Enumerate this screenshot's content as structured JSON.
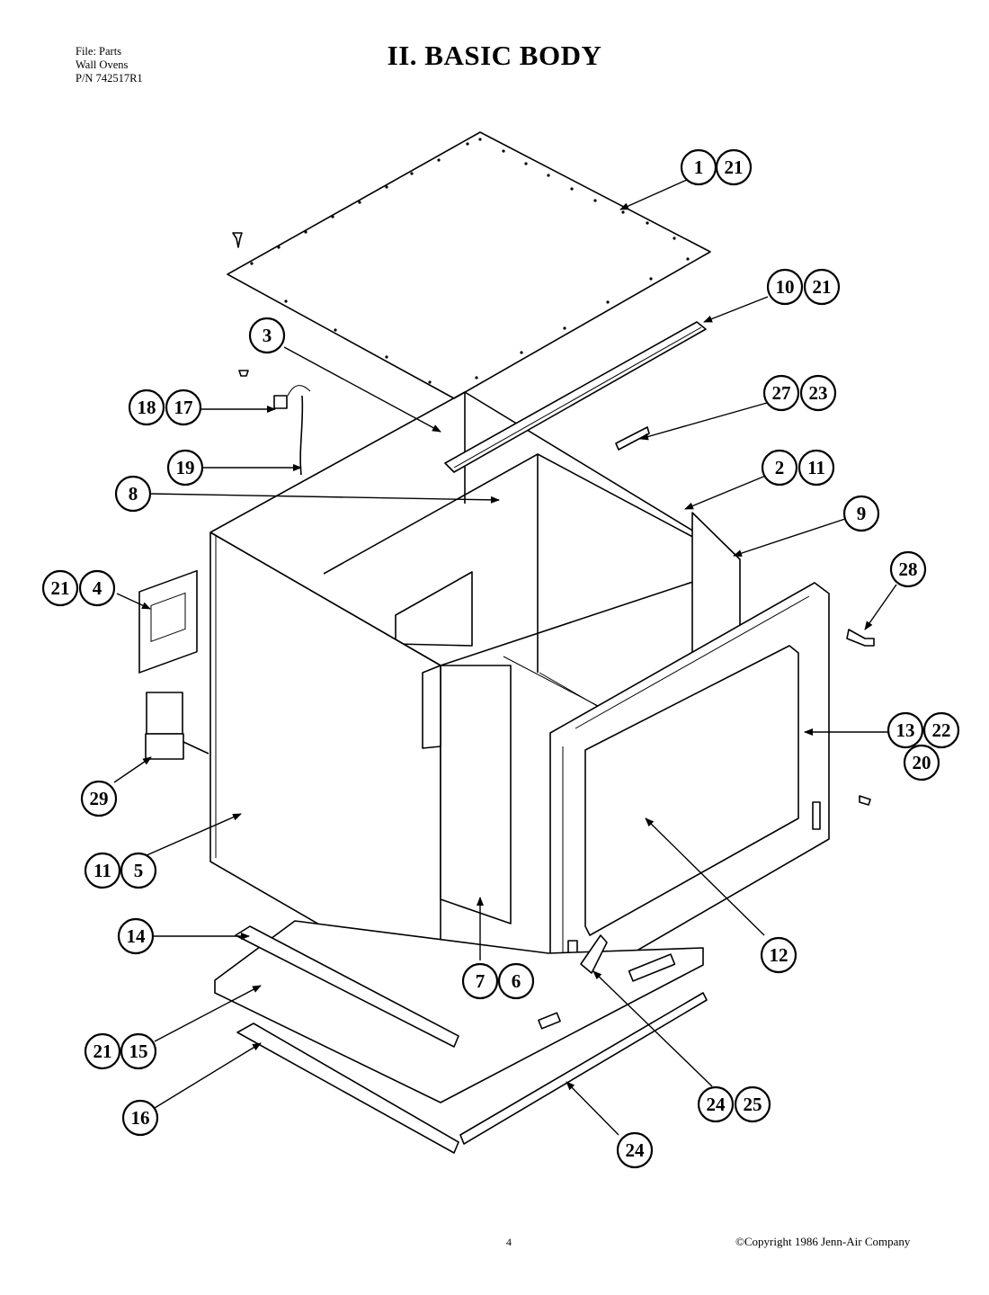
{
  "header": {
    "file_lines": [
      "File: Parts",
      "Wall Ovens",
      "P/N 742517R1"
    ],
    "title": "II.  BASIC BODY"
  },
  "footer": {
    "page_number": "4",
    "copyright": "©Copyright 1986 Jenn-Air Company"
  },
  "callouts": [
    {
      "id": "c1-21",
      "numbers": [
        "1",
        "21"
      ]
    },
    {
      "id": "c10-21",
      "numbers": [
        "10",
        "21"
      ]
    },
    {
      "id": "c3",
      "numbers": [
        "3"
      ]
    },
    {
      "id": "c18-17",
      "numbers": [
        "18",
        "17"
      ]
    },
    {
      "id": "c27-23",
      "numbers": [
        "27",
        "23"
      ]
    },
    {
      "id": "c19",
      "numbers": [
        "19"
      ]
    },
    {
      "id": "c2-11",
      "numbers": [
        "2",
        "11"
      ]
    },
    {
      "id": "c8",
      "numbers": [
        "8"
      ]
    },
    {
      "id": "c9",
      "numbers": [
        "9"
      ]
    },
    {
      "id": "c28",
      "numbers": [
        "28"
      ]
    },
    {
      "id": "c21-4",
      "numbers": [
        "21",
        "4"
      ]
    },
    {
      "id": "c13-22",
      "numbers": [
        "13",
        "22"
      ]
    },
    {
      "id": "c20",
      "numbers": [
        "20"
      ]
    },
    {
      "id": "c29",
      "numbers": [
        "29"
      ]
    },
    {
      "id": "c11-5",
      "numbers": [
        "11",
        "5"
      ]
    },
    {
      "id": "c12",
      "numbers": [
        "12"
      ]
    },
    {
      "id": "c14",
      "numbers": [
        "14"
      ]
    },
    {
      "id": "c7-6",
      "numbers": [
        "7",
        "6"
      ]
    },
    {
      "id": "c21-15",
      "numbers": [
        "21",
        "15"
      ]
    },
    {
      "id": "c24-25",
      "numbers": [
        "24",
        "25"
      ]
    },
    {
      "id": "c16",
      "numbers": [
        "16"
      ]
    },
    {
      "id": "c24",
      "numbers": [
        "24"
      ]
    }
  ]
}
